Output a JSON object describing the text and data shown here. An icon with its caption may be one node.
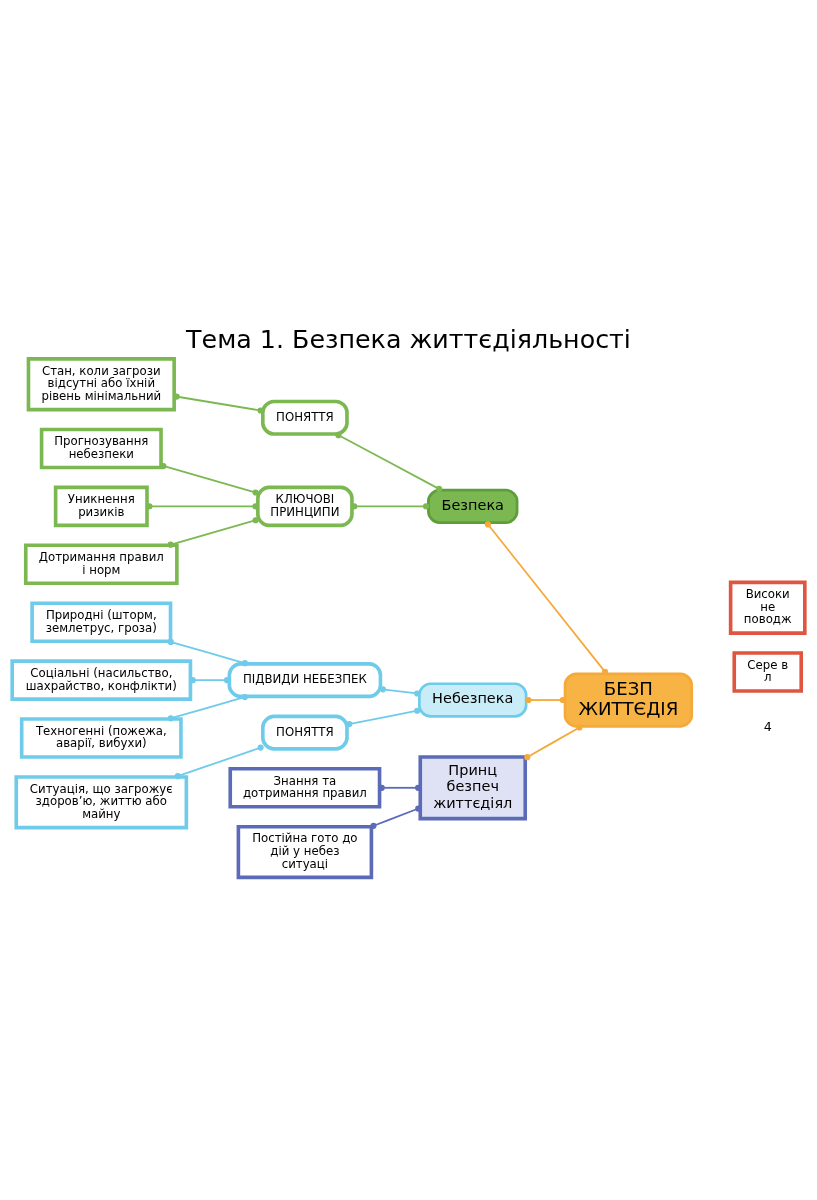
{
  "diagram": {
    "title": "Тема 1. Безпека життєдіяльності",
    "nodes": [
      {
        "text": [
          "БЕЗП ЖИТТЄДІЯ"
        ]
      },
      {
        "text": [
          "Безпека"
        ]
      },
      {
        "text": [
          "ПОНЯТТЯ"
        ]
      },
      {
        "text": [
          "Стан, коли загрози відсутні або їхній рівень мінімальний"
        ]
      },
      {
        "text": [
          "КЛЮЧОВІ ПРИНЦИПИ"
        ]
      },
      {
        "text": [
          "Прогнозування небезпеки"
        ]
      },
      {
        "text": [
          "Уникнення ризиків"
        ]
      },
      {
        "text": [
          "Дотримання правил і норм"
        ]
      },
      {
        "text": [
          "Небезпека"
        ]
      },
      {
        "text": [
          "ПІДВИДИ НЕБЕЗПЕК"
        ]
      },
      {
        "text": [
          "Природні (шторм, землетрус, гроза)"
        ]
      },
      {
        "text": [
          "Соціальні (насильство, шахрайство, конфлікти)"
        ]
      },
      {
        "text": [
          "Техногенні (пожежа, аварії, вибухи)"
        ]
      },
      {
        "text": [
          "ПОНЯТТЯ"
        ]
      },
      {
        "text": [
          "Ситуація, що загрожує здоров’ю, життю або майну"
        ]
      },
      {
        "text": [
          "Принц безпеч життєдіял"
        ]
      },
      {
        "text": [
          "Знання та дотримання правил"
        ]
      },
      {
        "text": [
          "Постійна гото до дій у небез ситуаці"
        ]
      },
      {
        "text": [
          "Сере в л"
        ]
      },
      {
        "text": [
          "Високи не поводж"
        ]
      }
    ],
    "edges": [
      {
        "from": 0,
        "to": 1,
        "arrow": "other",
        "color": "#f5a93a"
      },
      {
        "from": 0,
        "to": 8,
        "arrow": "other",
        "color": "#f5a93a"
      },
      {
        "from": 0,
        "to": 15,
        "arrow": "other",
        "color": "#f5a93a"
      },
      {
        "from": 1,
        "to": 2,
        "arrow": "other",
        "color": "#7cb852"
      },
      {
        "from": 1,
        "to": 4,
        "arrow": "other",
        "color": "#7cb852"
      },
      {
        "from": 2,
        "to": 3,
        "arrow": "other",
        "color": "#7cb852"
      },
      {
        "from": 4,
        "to": 5,
        "arrow": "other",
        "color": "#7cb852"
      },
      {
        "from": 4,
        "to": 6,
        "arrow": "other",
        "color": "#7cb852"
      },
      {
        "from": 4,
        "to": 7,
        "arrow": "other",
        "color": "#7cb852"
      },
      {
        "from": 8,
        "to": 9,
        "arrow": "other",
        "color": "#6fcbea"
      },
      {
        "from": 8,
        "to": 13,
        "arrow": "other",
        "color": "#6fcbea"
      },
      {
        "from": 9,
        "to": 10,
        "arrow": "other",
        "color": "#6fcbea"
      },
      {
        "from": 9,
        "to": 11,
        "arrow": "other",
        "color": "#6fcbea"
      },
      {
        "from": 9,
        "to": 12,
        "arrow": "other",
        "color": "#6fcbea"
      },
      {
        "from": 13,
        "to": 14,
        "arrow": "other",
        "color": "#6fcbea"
      },
      {
        "from": 15,
        "to": 16,
        "arrow": "other",
        "color": "#5b6bb8"
      },
      {
        "from": 15,
        "to": 17,
        "arrow": "other",
        "color": "#5b6bb8"
      }
    ],
    "labels": [
      "4"
    ]
  }
}
